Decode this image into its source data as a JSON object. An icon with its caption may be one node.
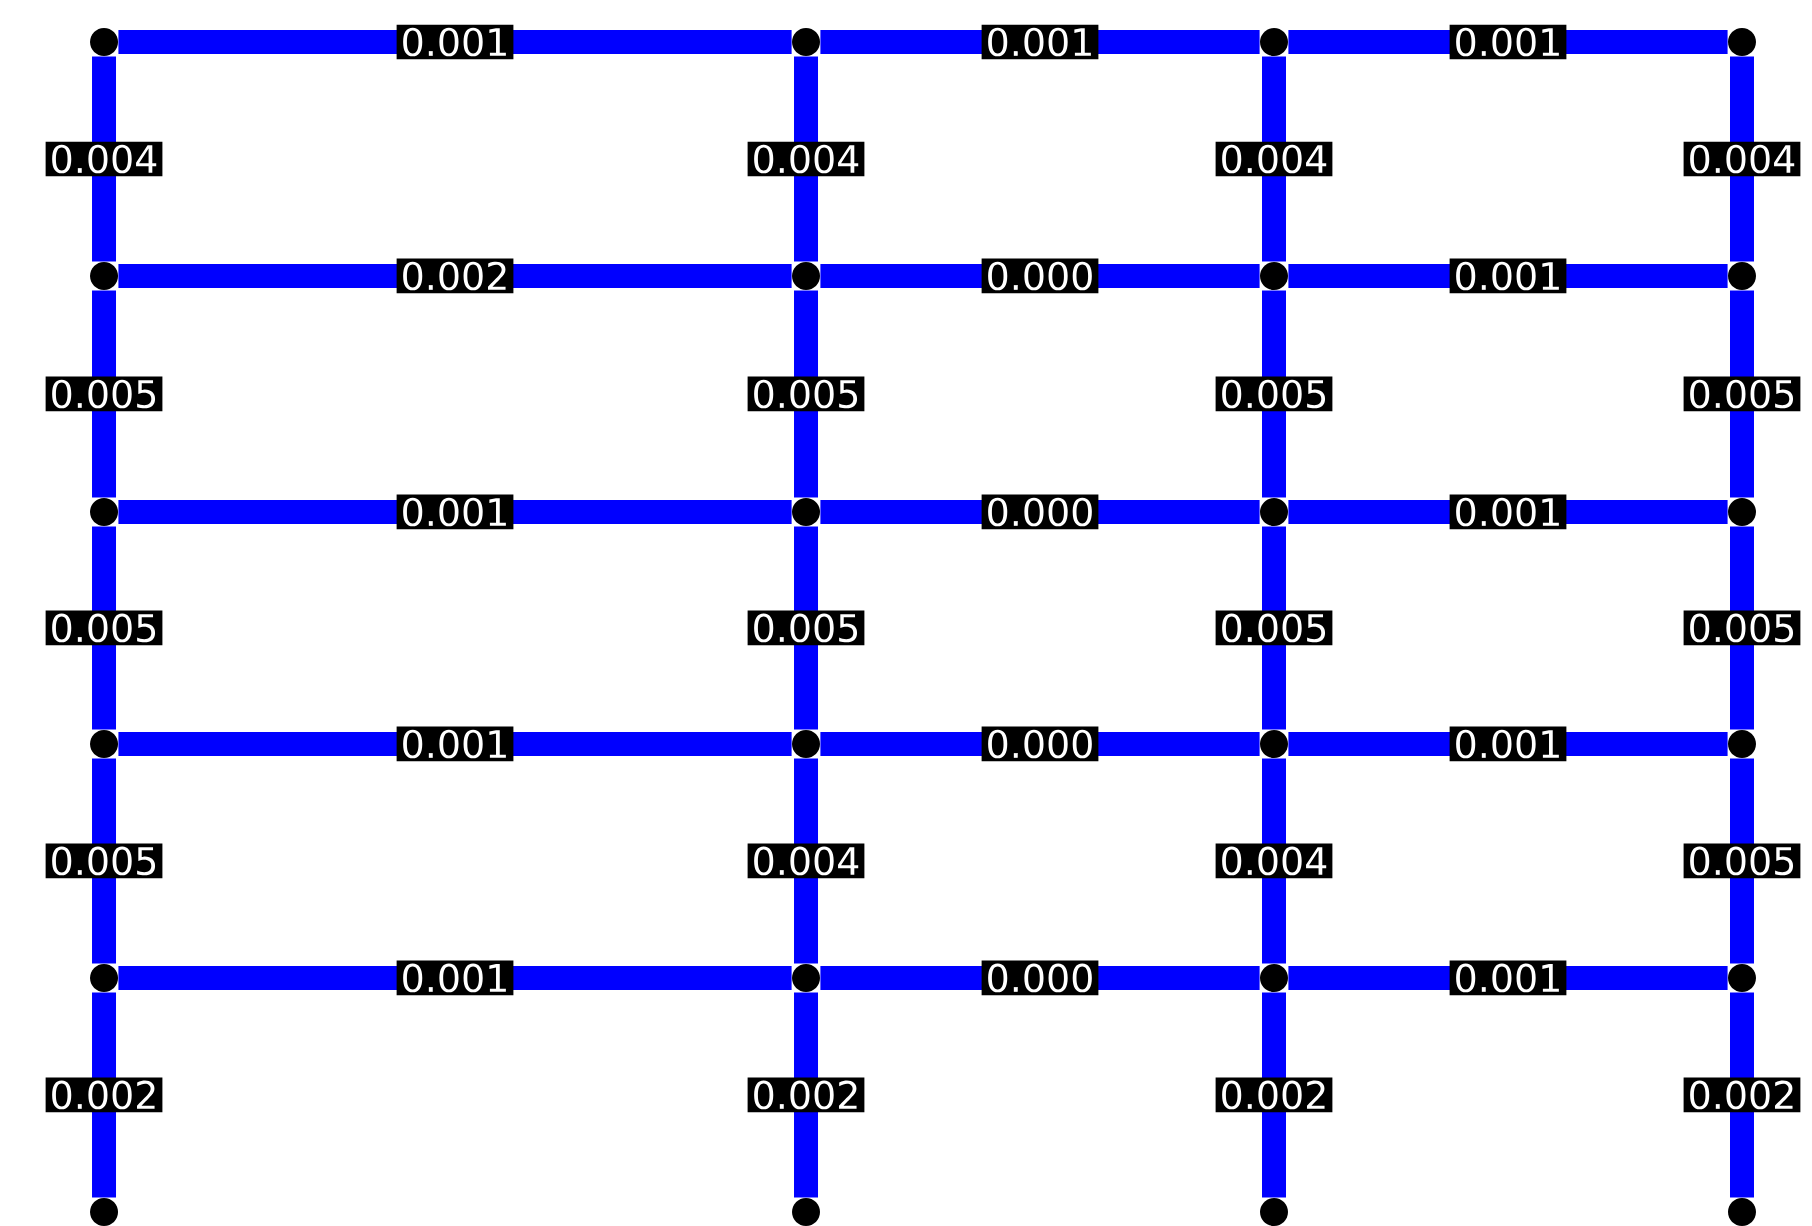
{
  "diagram": {
    "nodes": [
      {
        "text": [],
        "shape": "circle"
      },
      {
        "text": [],
        "shape": "circle"
      },
      {
        "text": [],
        "shape": "circle"
      },
      {
        "text": [],
        "shape": "circle"
      },
      {
        "text": [],
        "shape": "circle"
      },
      {
        "text": [],
        "shape": "circle"
      },
      {
        "text": [],
        "shape": "circle"
      },
      {
        "text": [],
        "shape": "circle"
      },
      {
        "text": [],
        "shape": "circle"
      },
      {
        "text": [],
        "shape": "circle"
      },
      {
        "text": [],
        "shape": "circle"
      },
      {
        "text": [],
        "shape": "circle"
      },
      {
        "text": [],
        "shape": "circle"
      },
      {
        "text": [],
        "shape": "circle"
      },
      {
        "text": [],
        "shape": "circle"
      },
      {
        "text": [],
        "shape": "circle"
      },
      {
        "text": [],
        "shape": "circle"
      },
      {
        "text": [],
        "shape": "circle"
      },
      {
        "text": [],
        "shape": "circle"
      },
      {
        "text": [],
        "shape": "circle"
      },
      {
        "text": [],
        "shape": "circle"
      },
      {
        "text": [],
        "shape": "circle"
      },
      {
        "text": [],
        "shape": "circle"
      },
      {
        "text": [],
        "shape": "circle"
      }
    ],
    "edges": [
      {
        "from": 0,
        "to": 1,
        "arrow": "none",
        "label": "0.001"
      },
      {
        "from": 1,
        "to": 2,
        "arrow": "none",
        "label": "0.001"
      },
      {
        "from": 2,
        "to": 3,
        "arrow": "none",
        "label": "0.001"
      },
      {
        "from": 0,
        "to": 4,
        "arrow": "none",
        "label": "0.004"
      },
      {
        "from": 1,
        "to": 5,
        "arrow": "none",
        "label": "0.004"
      },
      {
        "from": 2,
        "to": 6,
        "arrow": "none",
        "label": "0.004"
      },
      {
        "from": 3,
        "to": 7,
        "arrow": "none",
        "label": "0.004"
      },
      {
        "from": 4,
        "to": 5,
        "arrow": "none",
        "label": "0.002"
      },
      {
        "from": 5,
        "to": 6,
        "arrow": "none",
        "label": "0.000"
      },
      {
        "from": 6,
        "to": 7,
        "arrow": "none",
        "label": "0.001"
      },
      {
        "from": 4,
        "to": 8,
        "arrow": "none",
        "label": "0.005"
      },
      {
        "from": 5,
        "to": 9,
        "arrow": "none",
        "label": "0.005"
      },
      {
        "from": 6,
        "to": 10,
        "arrow": "none",
        "label": "0.005"
      },
      {
        "from": 7,
        "to": 11,
        "arrow": "none",
        "label": "0.005"
      },
      {
        "from": 8,
        "to": 9,
        "arrow": "none",
        "label": "0.001"
      },
      {
        "from": 9,
        "to": 10,
        "arrow": "none",
        "label": "0.000"
      },
      {
        "from": 10,
        "to": 11,
        "arrow": "none",
        "label": "0.001"
      },
      {
        "from": 8,
        "to": 12,
        "arrow": "none",
        "label": "0.005"
      },
      {
        "from": 9,
        "to": 13,
        "arrow": "none",
        "label": "0.005"
      },
      {
        "from": 10,
        "to": 14,
        "arrow": "none",
        "label": "0.005"
      },
      {
        "from": 11,
        "to": 15,
        "arrow": "none",
        "label": "0.005"
      },
      {
        "from": 12,
        "to": 13,
        "arrow": "none",
        "label": "0.001"
      },
      {
        "from": 13,
        "to": 14,
        "arrow": "none",
        "label": "0.000"
      },
      {
        "from": 14,
        "to": 15,
        "arrow": "none",
        "label": "0.001"
      },
      {
        "from": 12,
        "to": 16,
        "arrow": "none",
        "label": "0.005"
      },
      {
        "from": 13,
        "to": 17,
        "arrow": "none",
        "label": "0.004"
      },
      {
        "from": 14,
        "to": 18,
        "arrow": "none",
        "label": "0.004"
      },
      {
        "from": 15,
        "to": 19,
        "arrow": "none",
        "label": "0.005"
      },
      {
        "from": 16,
        "to": 17,
        "arrow": "none",
        "label": "0.001"
      },
      {
        "from": 17,
        "to": 18,
        "arrow": "none",
        "label": "0.000"
      },
      {
        "from": 18,
        "to": 19,
        "arrow": "none",
        "label": "0.001"
      },
      {
        "from": 16,
        "to": 20,
        "arrow": "none",
        "label": "0.002"
      },
      {
        "from": 17,
        "to": 21,
        "arrow": "none",
        "label": "0.002"
      },
      {
        "from": 18,
        "to": 22,
        "arrow": "none",
        "label": "0.002"
      },
      {
        "from": 19,
        "to": 23,
        "arrow": "none",
        "label": "0.002"
      }
    ]
  }
}
